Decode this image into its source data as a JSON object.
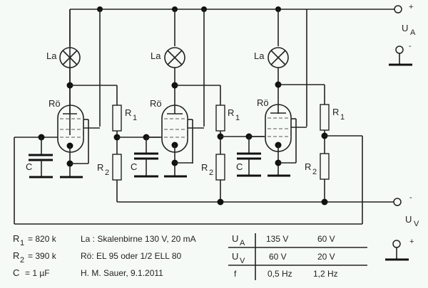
{
  "diagram": {
    "type": "circuit-schematic",
    "stages": 3,
    "labels": {
      "lamp": "La",
      "tube": "Rö",
      "r1": "R",
      "r1_sub": "1",
      "r2": "R",
      "r2_sub": "2",
      "cap": "C",
      "ua": "U",
      "ua_sub": "A",
      "uv": "U",
      "uv_sub": "V",
      "plus": "+",
      "minus": "-"
    },
    "components": {
      "r1_line": {
        "label": "R",
        "sub": "1",
        "value": "= 820 k"
      },
      "r2_line": {
        "label": "R",
        "sub": "2",
        "value": "= 390 k"
      },
      "c_line": {
        "label": "C",
        "value": "= 1 µF"
      }
    },
    "notes": {
      "lamp": "La : Skalenbirne 130 V, 20 mA",
      "tube": "Rö: EL 95 oder 1/2 ELL 80",
      "author": "H. M. Sauer,  9.1.2011"
    },
    "table": {
      "rows": [
        {
          "label": "U",
          "sub": "A",
          "v1": "135 V",
          "v2": "60 V"
        },
        {
          "label": "U",
          "sub": "V",
          "v1": "60 V",
          "v2": "20 V"
        },
        {
          "label": "f",
          "sub": "",
          "v1": "0,5 Hz",
          "v2": "1,2 Hz"
        }
      ]
    }
  }
}
